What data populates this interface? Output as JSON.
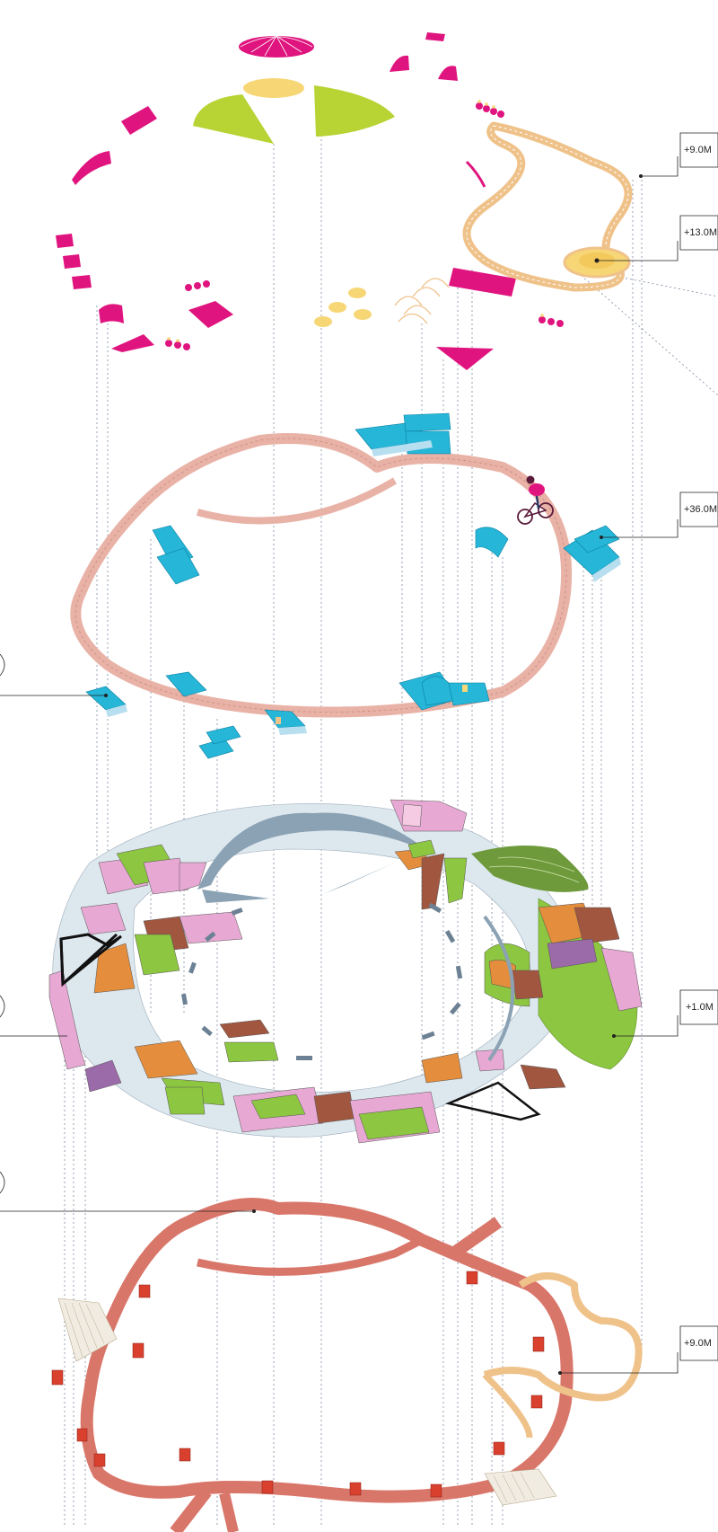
{
  "labels": {
    "level_9_top": "+9.0M",
    "level_13": "+13.0M",
    "level_36": "+36.0M",
    "level_1": "+1.0M",
    "level_9_bottom": "+9.0M"
  },
  "colors": {
    "magenta": "#e0147e",
    "lime": "#b7d334",
    "yellow": "#f7d676",
    "cyan": "#25b6d8",
    "salmon": "#e9b2a6",
    "terracotta": "#d9766a",
    "red": "#d9402e",
    "orange": "#e48d3c",
    "green": "#8dc640",
    "pink": "#e7a8d3",
    "brown": "#a0563f",
    "slate": "#8aa2b4",
    "pale": "#dde7ee",
    "purple": "#9b6aa9",
    "olive": "#6e9a3c",
    "tan": "#efc28a"
  },
  "icons": [
    "cyclist-icon"
  ]
}
